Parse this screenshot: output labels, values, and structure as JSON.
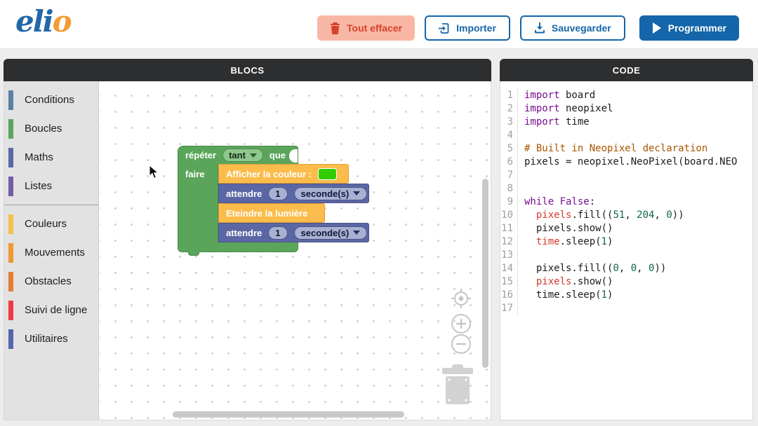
{
  "header": {
    "logo": {
      "part1": "eli",
      "part2": "o"
    },
    "buttons": {
      "clear": {
        "label": "Tout effacer"
      },
      "import": {
        "label": "Importer"
      },
      "save": {
        "label": "Sauvegarder"
      },
      "program": {
        "label": "Programmer"
      }
    },
    "colors": {
      "danger_bg": "#f8b7a5",
      "danger_text": "#d9402a",
      "accent_blue": "#1465a9"
    }
  },
  "blocs_panel": {
    "title": "BLOCS",
    "sidebar": {
      "items": [
        {
          "id": "conditions",
          "label": "Conditions",
          "color": "#5b80a5"
        },
        {
          "id": "boucles",
          "label": "Boucles",
          "color": "#5ba55b"
        },
        {
          "id": "maths",
          "label": "Maths",
          "color": "#5b67a5"
        },
        {
          "id": "listes",
          "label": "Listes",
          "color": "#745ba5"
        },
        {
          "id": "couleurs",
          "label": "Couleurs",
          "color": "#f5c14b",
          "divider_before": true
        },
        {
          "id": "mouvements",
          "label": "Mouvements",
          "color": "#f0992e"
        },
        {
          "id": "obstacles",
          "label": "Obstacles",
          "color": "#e87d31"
        },
        {
          "id": "suivi-de-ligne",
          "label": "Suivi de ligne",
          "color": "#ee3b44"
        },
        {
          "id": "utilitaires",
          "label": "Utilitaires",
          "color": "#5566ad"
        }
      ]
    },
    "workspace": {
      "repeat_block": {
        "label_repeat": "répéter",
        "mode_value": "tant",
        "label_que": "que",
        "label_do": "faire",
        "color": "#5ba55b"
      },
      "show_color_block": {
        "label": "Afficher la couleur :",
        "swatch_color": "#33cc00",
        "color": "#fbbc4b"
      },
      "wait_block_1": {
        "label": "attendre",
        "value": "1",
        "unit": "seconde(s)",
        "color": "#5b67a5"
      },
      "turn_off_block": {
        "label": "Eteindre la lumière",
        "color": "#fbbc4b"
      },
      "wait_block_2": {
        "label": "attendre",
        "value": "1",
        "unit": "seconde(s)",
        "color": "#5b67a5"
      }
    }
  },
  "code_panel": {
    "title": "CODE",
    "lines": [
      {
        "n": "1",
        "tokens": [
          [
            "kw",
            "import"
          ],
          [
            "pl",
            " board"
          ]
        ]
      },
      {
        "n": "2",
        "tokens": [
          [
            "kw",
            "import"
          ],
          [
            "pl",
            " neopixel"
          ]
        ]
      },
      {
        "n": "3",
        "tokens": [
          [
            "kw",
            "import"
          ],
          [
            "pl",
            " time"
          ]
        ]
      },
      {
        "n": "4",
        "tokens": []
      },
      {
        "n": "5",
        "tokens": [
          [
            "cm",
            "# Built in Neopixel declaration"
          ]
        ]
      },
      {
        "n": "6",
        "tokens": [
          [
            "pl",
            "pixels = neopixel.NeoPixel(board.NEO"
          ]
        ]
      },
      {
        "n": "7",
        "tokens": []
      },
      {
        "n": "8",
        "tokens": []
      },
      {
        "n": "9",
        "tokens": [
          [
            "kw",
            "while"
          ],
          [
            "pl",
            " "
          ],
          [
            "kw",
            "False"
          ],
          [
            "pl",
            ":"
          ]
        ]
      },
      {
        "n": "10",
        "tokens": [
          [
            "pl",
            "  "
          ],
          [
            "rv",
            "pixels"
          ],
          [
            "pl",
            ".fill(("
          ],
          [
            "nm",
            "51"
          ],
          [
            "pl",
            ", "
          ],
          [
            "nm",
            "204"
          ],
          [
            "pl",
            ", "
          ],
          [
            "nm",
            "0"
          ],
          [
            "pl",
            "))"
          ]
        ]
      },
      {
        "n": "11",
        "tokens": [
          [
            "pl",
            "  pixels.show()"
          ]
        ]
      },
      {
        "n": "12",
        "tokens": [
          [
            "pl",
            "  "
          ],
          [
            "rv",
            "time"
          ],
          [
            "pl",
            ".sleep("
          ],
          [
            "nm",
            "1"
          ],
          [
            "pl",
            ")"
          ]
        ]
      },
      {
        "n": "13",
        "tokens": []
      },
      {
        "n": "14",
        "tokens": [
          [
            "pl",
            "  pixels.fill(("
          ],
          [
            "nm",
            "0"
          ],
          [
            "pl",
            ", "
          ],
          [
            "nm",
            "0"
          ],
          [
            "pl",
            ", "
          ],
          [
            "nm",
            "0"
          ],
          [
            "pl",
            "))"
          ]
        ]
      },
      {
        "n": "15",
        "tokens": [
          [
            "pl",
            "  "
          ],
          [
            "rv",
            "pixels"
          ],
          [
            "pl",
            ".show()"
          ]
        ]
      },
      {
        "n": "16",
        "tokens": [
          [
            "pl",
            "  time.sleep("
          ],
          [
            "nm",
            "1"
          ],
          [
            "pl",
            ")"
          ]
        ]
      },
      {
        "n": "17",
        "tokens": []
      }
    ]
  }
}
